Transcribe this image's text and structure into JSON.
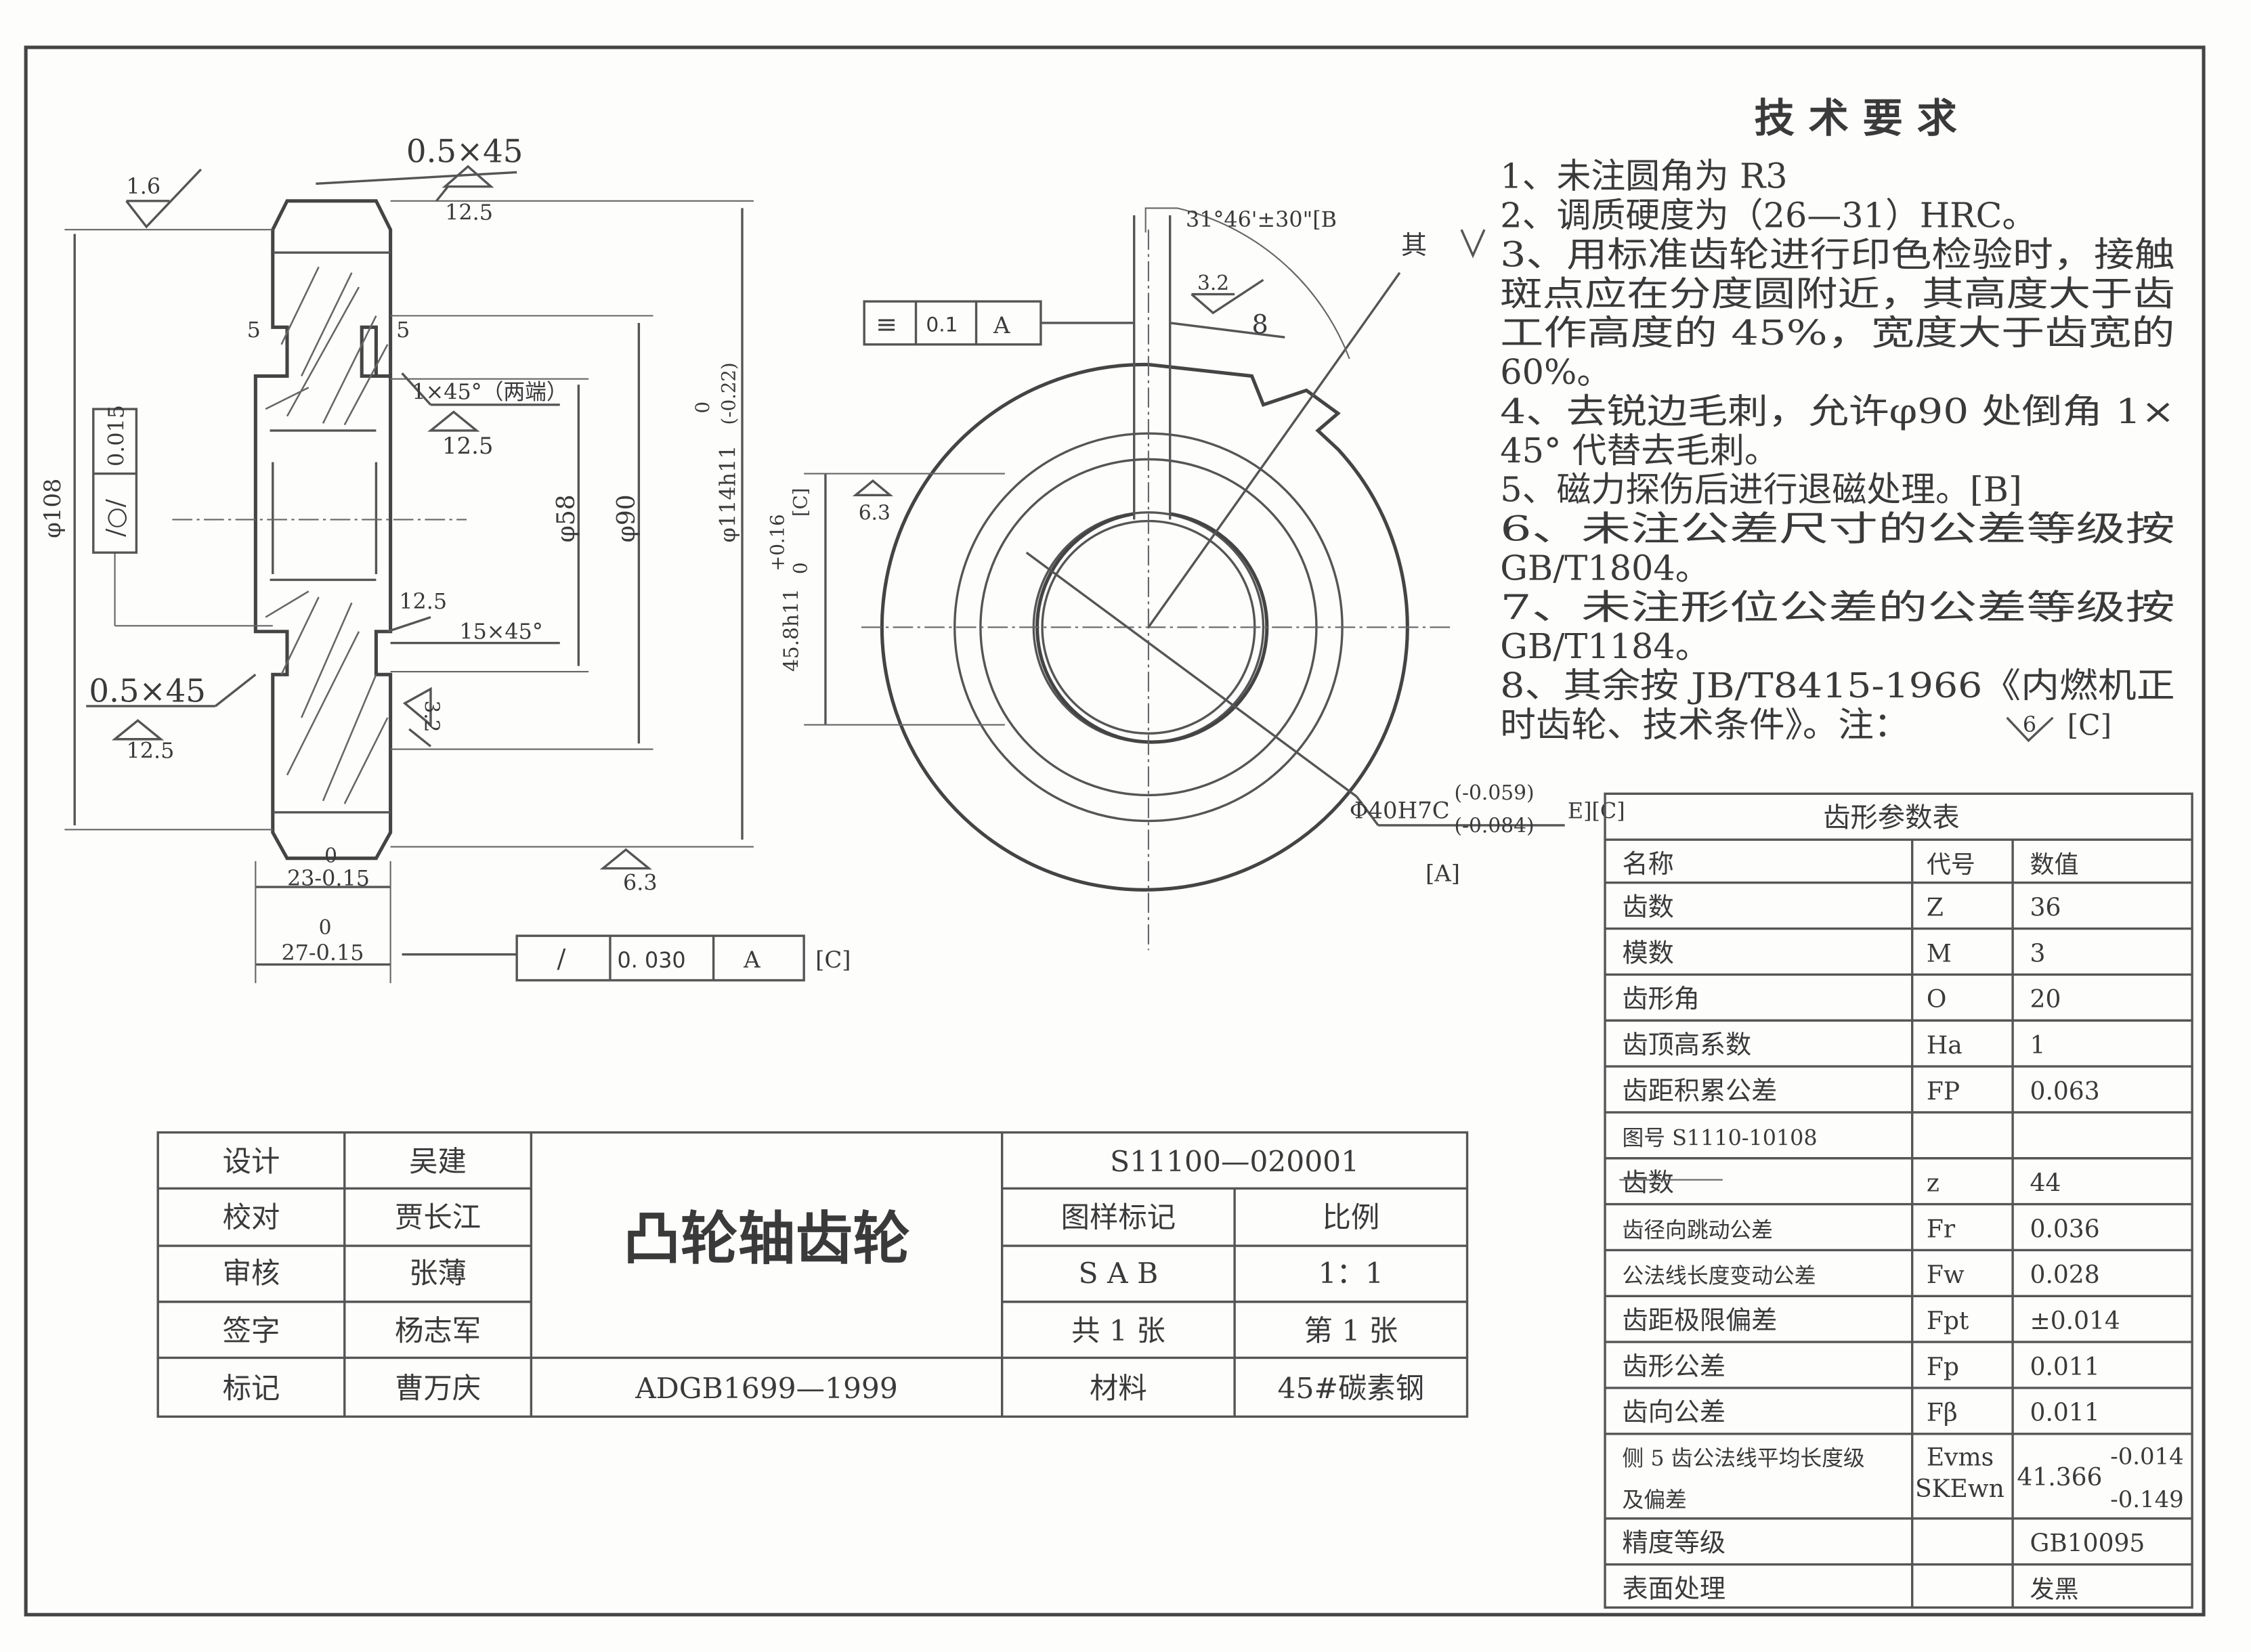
{
  "tech_requirements": {
    "title": "技 术 要 求",
    "lines": [
      "1、未注圆角为 R3",
      "2、调质硬度为（26—31）HRC。",
      "3、用标准齿轮进行印色检验时，接触",
      "斑点应在分度圆附近，其高度大于齿",
      "工作高度的 45%，宽度大于齿宽的",
      "60%。",
      "4、去锐边毛刺，允许φ90 处倒角 1×",
      "45° 代替去毛刺。",
      "5、磁力探伤后进行退磁处理。[B]",
      "6、未注公差尺寸的公差等级按",
      "GB/T1804。",
      "7、未注形位公差的公差等级按",
      "GB/T1184。",
      "8、其余按 JB/T8415-1966《内燃机正",
      "时齿轮、技术条件》。注："
    ],
    "note_roughness": "6",
    "note_ref": "[C]"
  },
  "param_table": {
    "title": "齿形参数表",
    "rows": [
      [
        "名称",
        "代号",
        "数值"
      ],
      [
        "齿数",
        "Z",
        "36"
      ],
      [
        "模数",
        "M",
        "3"
      ],
      [
        "齿形角",
        "O",
        "20"
      ],
      [
        "齿顶高系数",
        "Ha",
        "1"
      ],
      [
        "齿距积累公差",
        "FP",
        "0.063"
      ],
      [
        "图号 S1110-10108",
        "",
        ""
      ],
      [
        "齿数",
        "z",
        "44"
      ],
      [
        "齿径向跳动公差",
        "Fr",
        "0.036"
      ],
      [
        "公法线长度变动公差",
        "Fw",
        "0.028"
      ],
      [
        "齿距极限偏差",
        "Fpt",
        "±0.014"
      ],
      [
        "齿形公差",
        "Fp",
        "0.011"
      ],
      [
        "齿向公差",
        "Fβ",
        "0.011"
      ],
      [
        "侧 5 齿公法线平均长度级",
        "Evms",
        "41.366"
      ],
      [
        "精度等级",
        "",
        "GB10095"
      ],
      [
        "表面处理",
        "",
        "发黑"
      ]
    ],
    "row13_name_line2": "及偏差",
    "row13_code_line2": "SKEwn",
    "row13_upper_dev": "-0.014",
    "row13_lower_dev": "-0.149"
  },
  "title_block": {
    "roles": [
      "设计",
      "校对",
      "审核",
      "签字",
      "标记"
    ],
    "names": [
      "吴建",
      "贾长江",
      "张薄",
      "杨志军",
      "曹万庆"
    ],
    "part_name": "凸轮轴齿轮",
    "standard": "ADGB1699—1999",
    "drawing_no": "S11100—020001",
    "mark_label": "图样标记",
    "scale_label": "比例",
    "mark_value": "S A B",
    "scale_value": "1：1",
    "sheets_total": "共 1 张",
    "sheet_no": "第 1 张",
    "material_label": "材料",
    "material_value": "45#碳素钢"
  },
  "side_view": {
    "chamfer_top": "0.5×45",
    "rough_top": "12.5",
    "rough_16": "1.6",
    "dim_5_left": "5",
    "dim_5_right": "5",
    "chamfer_both": "1×45°（两端）",
    "rough_125_a": "12.5",
    "dia_108": "φ108",
    "cyl_tol_symbol": "/○/",
    "cyl_tol_value": "0.015",
    "dia_58": "φ58",
    "dia_90": "φ90",
    "dia_114": "φ114h11",
    "dia_114_upper": "0",
    "dia_114_lower": "(-0.22)",
    "dim_458": "45.8h11",
    "dim_458_upper": "+0.16",
    "dim_458_lower": "0",
    "dim_458_ref": "[C]",
    "rough_125_b": "12.5",
    "chamfer_15": "15×45°",
    "chamfer_bottom": "0.5×45",
    "rough_125_c": "12.5",
    "rough_32": "3.2",
    "width_23_upper": "0",
    "width_23": "23-0.15",
    "rough_63": "6.3",
    "width_27_upper": "0",
    "width_27": "27-0.15",
    "runout_symbol": "/",
    "runout_value": "0. 030",
    "runout_datum": "A",
    "runout_ref": "[C]"
  },
  "front_view": {
    "angle": "31°46'±30\"[B",
    "other_label": "其",
    "rough_32": "3.2",
    "key_width": "8",
    "sym_symbol": "≡",
    "sym_value": "0.1",
    "sym_datum": "A",
    "rough_63": "6.3",
    "bore": "Φ40H7C",
    "bore_upper": "(-0.059)",
    "bore_lower": "(-0.084)",
    "bore_ref": "E][C]",
    "datum_a": "[A]"
  }
}
